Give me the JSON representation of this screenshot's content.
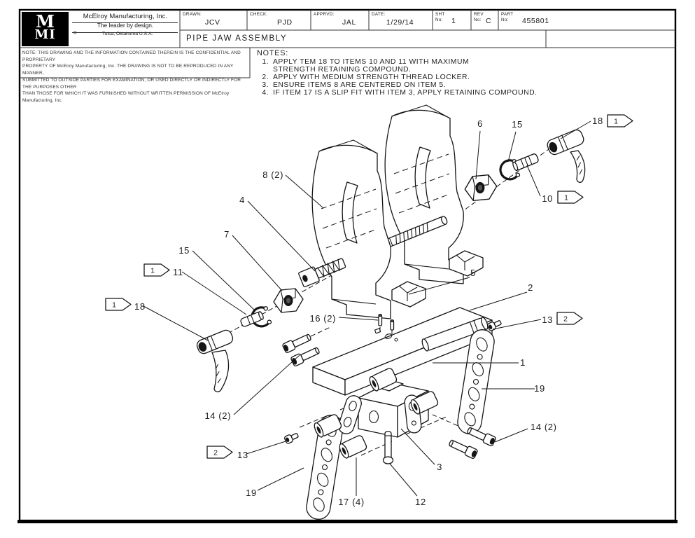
{
  "title_block": {
    "logo": {
      "line1": "M",
      "line2": "MI"
    },
    "company": {
      "name": "McElroy Manufacturing, Inc.",
      "tagline": "The leader by design.",
      "registered": "®",
      "location": "Tulsa, Oklahoma U.S.A."
    },
    "fields": {
      "drawn": {
        "label": "DRAWN:",
        "value": "JCV"
      },
      "check": {
        "label": "CHECK:",
        "value": "PJD"
      },
      "apprvd": {
        "label": "APPRVD:",
        "value": "JAL"
      },
      "date": {
        "label": "DATE:",
        "value": "1/29/14"
      },
      "sht": {
        "label1": "SHT",
        "label2": "No:",
        "value": "1"
      },
      "rev": {
        "label1": "REV",
        "label2": "No:",
        "value": "C"
      },
      "part": {
        "label1": "PART",
        "label2": "No:",
        "value": "455801"
      }
    },
    "drawing_title": "PIPE JAW ASSEMBLY"
  },
  "confidentiality": {
    "lines": [
      "NOTE: THIS DRAWING AND THE INFORMATION CONTAINED THEREIN IS THE CONFIDENTIAL AND PROPRIETARY",
      "PROPERTY OF McElroy Manufacturing, Inc. THE DRAWING IS NOT TO BE REPRODUCED IN ANY MANNER,",
      "SUBMITTED TO OUTSIDE PARTIES FOR EXAMINATION, OR USED DIRECTLY OR INDIRECTLY FOR THE PURPOSES OTHER",
      "THAN THOSE FOR WHICH IT WAS FURNISHED WITHOUT WRITTEN PERMISSION OF McElroy Manufacturing, Inc."
    ]
  },
  "notes": {
    "heading": "NOTES:",
    "nums": [
      "1.",
      "2.",
      "3.",
      "4."
    ],
    "items": [
      "APPLY TEM 18 TO ITEMS 10 AND 11 WITH MAXIMUM\nSTRENGTH RETAINING COMPOUND.",
      "APPLY WITH MEDIUM STRENGTH THREAD LOCKER.",
      "ENSURE ITEMS 8 ARE CENTERED ON ITEM 5.",
      "IF ITEM 17 IS A SLIP FIT WITH ITEM 3, APPLY RETAINING COMPOUND."
    ]
  },
  "callouts": [
    {
      "label": "6"
    },
    {
      "label": "15"
    },
    {
      "label": "18",
      "flag": "1"
    },
    {
      "label": "10",
      "flag": "1"
    },
    {
      "label": "8 (2)"
    },
    {
      "label": "4"
    },
    {
      "label": "7"
    },
    {
      "label": "15"
    },
    {
      "label": "11",
      "flag": "1"
    },
    {
      "label": "18",
      "flag": "1"
    },
    {
      "label": "16 (2)"
    },
    {
      "label": "5"
    },
    {
      "label": "2"
    },
    {
      "label": "13",
      "flag": "2"
    },
    {
      "label": "1"
    },
    {
      "label": "19"
    },
    {
      "label": "14 (2)"
    },
    {
      "label": "13",
      "flag": "2"
    },
    {
      "label": "19"
    },
    {
      "label": "17 (4)"
    },
    {
      "label": "12"
    },
    {
      "label": "3"
    },
    {
      "label": "14 (2)"
    }
  ],
  "colors": {
    "line": "#151515",
    "paper": "#ffffff"
  }
}
